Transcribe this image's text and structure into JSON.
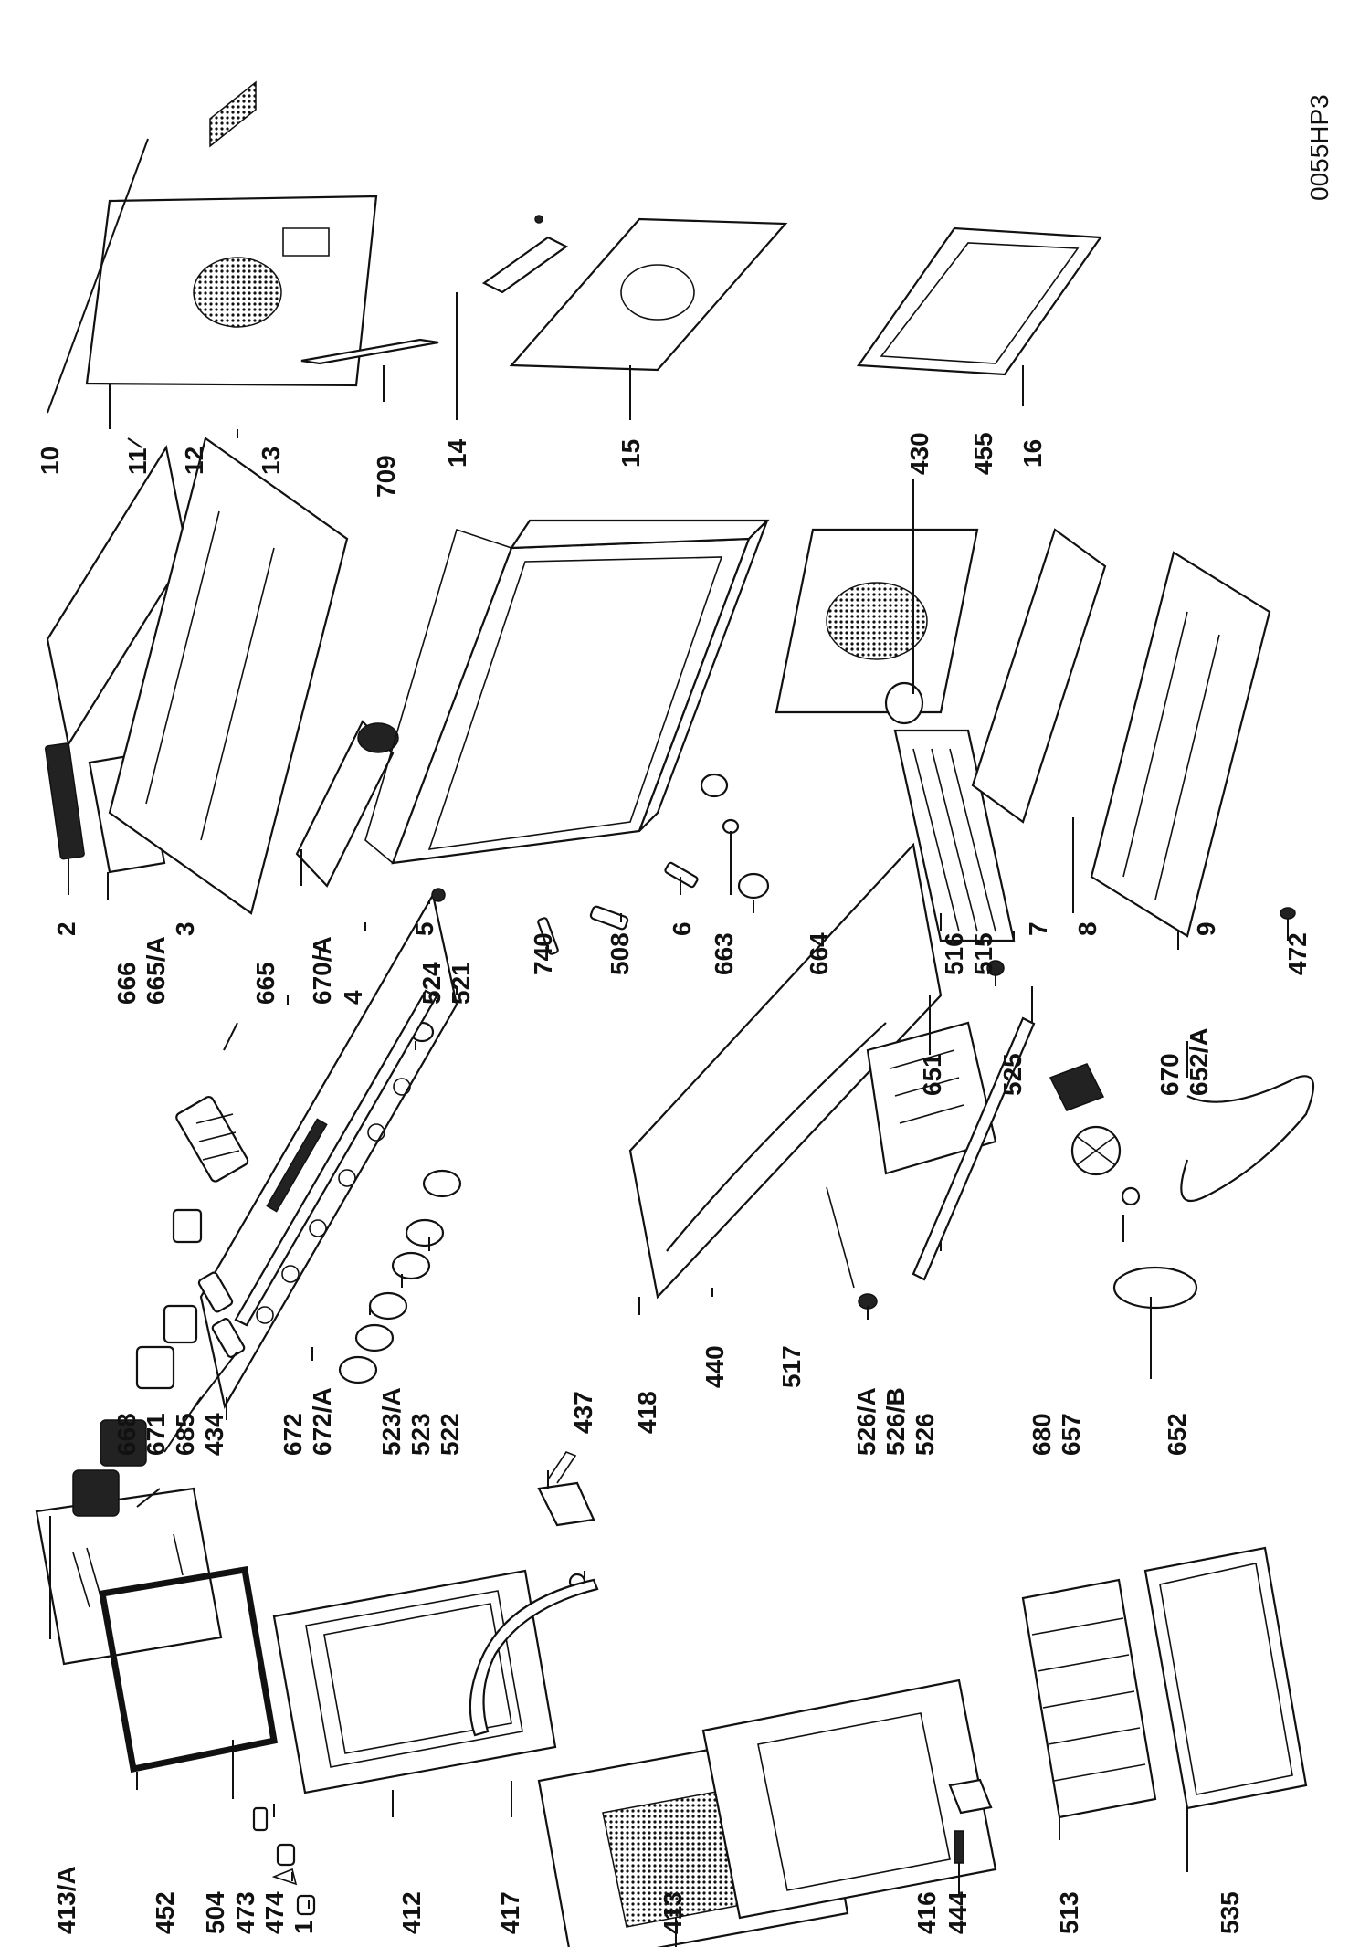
{
  "drawing_code": "0055HP3",
  "labels": {
    "l413a": "413/A",
    "l452": "452",
    "l504": "504",
    "l473": "473",
    "l474": "474",
    "l1": "1",
    "l412": "412",
    "l417": "417",
    "l413": "413",
    "l416": "416",
    "l444": "444",
    "l513": "513",
    "l535": "535",
    "l437": "437",
    "l418": "418",
    "l668": "668",
    "l671": "671",
    "l685": "685",
    "l434": "434",
    "l672": "672",
    "l672a": "672/A",
    "l523a": "523/A",
    "l523": "523",
    "l522": "522",
    "l440": "440",
    "l517": "517",
    "l526a": "526/A",
    "l526b": "526/B",
    "l526": "526",
    "l680": "680",
    "l657": "657",
    "l652": "652",
    "l666": "666",
    "l665a": "665/A",
    "l665": "665",
    "l670a": "670/A",
    "l4": "4",
    "l524": "524",
    "l521": "521",
    "l651": "651",
    "l525": "525",
    "l670": "670",
    "l652a": "652/A",
    "l2": "2",
    "l3": "3",
    "l5": "5",
    "l740": "740",
    "l508": "508",
    "l6": "6",
    "l663": "663",
    "l664": "664",
    "l516": "516",
    "l515": "515",
    "l7": "7",
    "l8": "8",
    "l9": "9",
    "l472": "472",
    "l10": "10",
    "l11": "11",
    "l12": "12",
    "l13": "13",
    "l430": "430",
    "l455": "455",
    "l709": "709",
    "l14": "14",
    "l15": "15",
    "l16": "16"
  }
}
